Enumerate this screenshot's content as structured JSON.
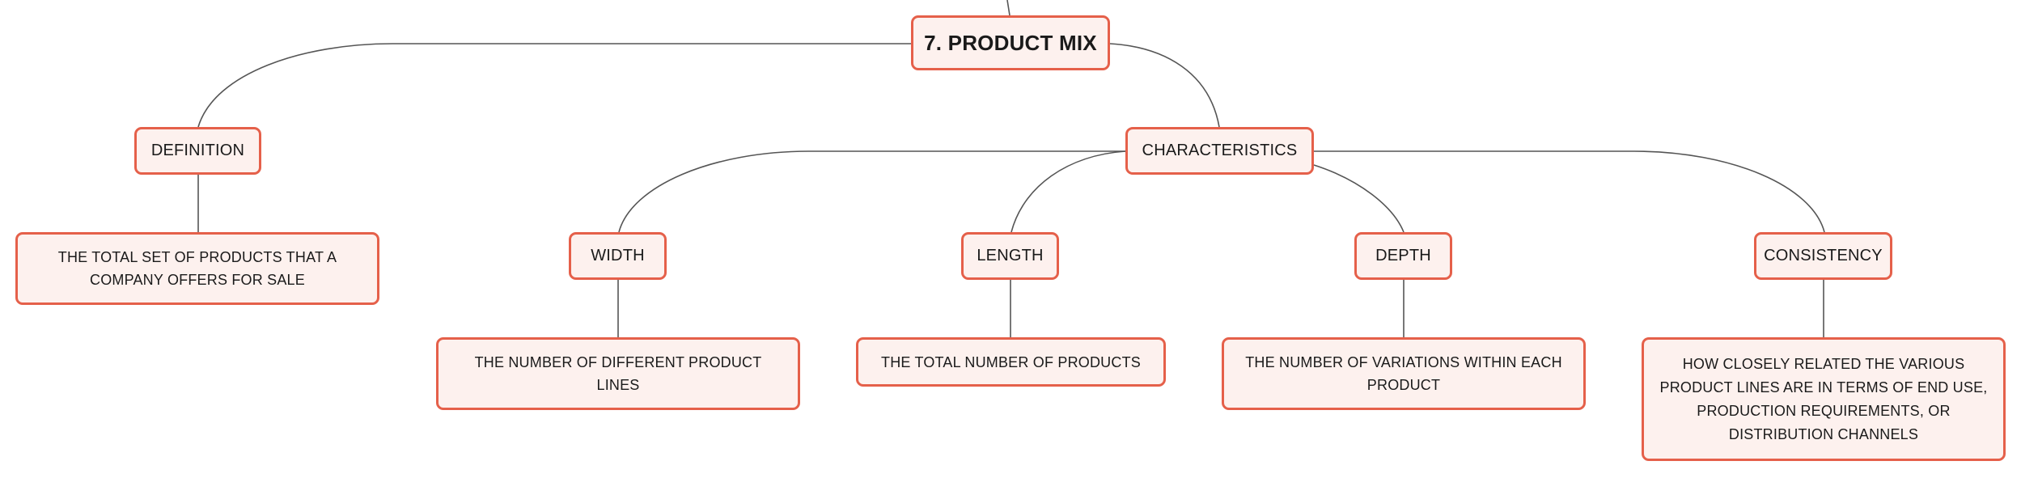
{
  "colors": {
    "node_fill": "#fdf1ee",
    "node_border": "#e5604a",
    "connector": "#555555"
  },
  "root": {
    "label": "7. PRODUCT MIX"
  },
  "definition": {
    "label": "DEFINITION",
    "text": "THE TOTAL SET OF PRODUCTS THAT A COMPANY OFFERS FOR SALE"
  },
  "characteristics": {
    "label": "CHARACTERISTICS",
    "items": [
      {
        "label": "WIDTH",
        "text": "THE NUMBER OF DIFFERENT PRODUCT LINES"
      },
      {
        "label": "LENGTH",
        "text": "THE TOTAL NUMBER OF PRODUCTS"
      },
      {
        "label": "DEPTH",
        "text": "THE NUMBER OF VARIATIONS WITHIN EACH PRODUCT"
      },
      {
        "label": "CONSISTENCY",
        "text": "HOW CLOSELY RELATED THE VARIOUS PRODUCT LINES ARE IN TERMS OF END USE, PRODUCTION REQUIREMENTS, OR DISTRIBUTION CHANNELS"
      }
    ]
  }
}
